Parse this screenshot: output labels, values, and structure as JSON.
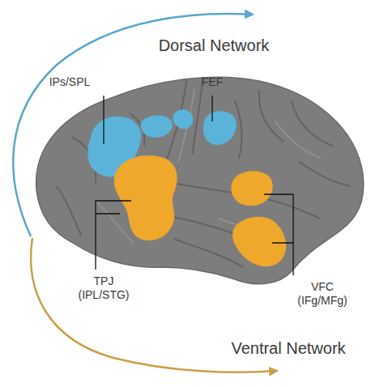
{
  "diagram": {
    "labels": [
      "Dorsal Network",
      "IPs/SPL",
      "FEF",
      "TPJ (IPL/STG)",
      "VFC (IFg/MFg)",
      "Ventral Network"
    ]
  }
}
